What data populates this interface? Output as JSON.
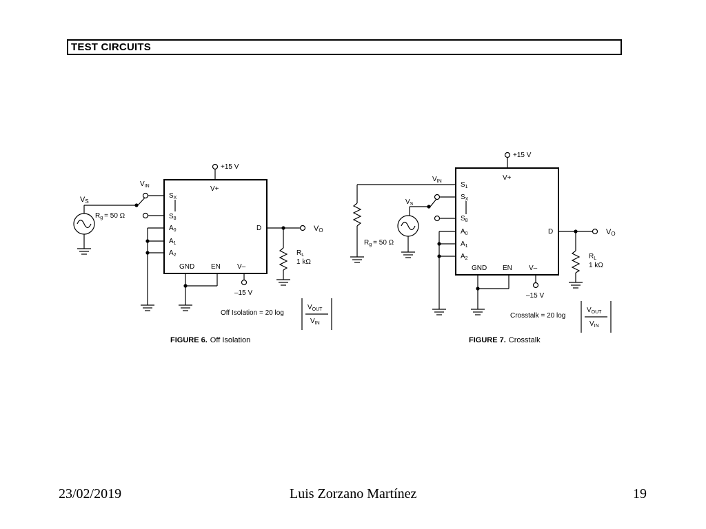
{
  "header": {
    "title": "TEST CIRCUITS"
  },
  "fig6": {
    "vplus_supply": "+15 V",
    "vs": "V",
    "vs_sub": "S",
    "rg": "R",
    "rg_sub": "g",
    "rg_value": "= 50 Ω",
    "vin": "V",
    "vin_sub": "IN",
    "sx": "S",
    "sx_sub": "X",
    "s8": "S",
    "s8_sub": "8",
    "a0": "A",
    "a0_sub": "0",
    "a1": "A",
    "a1_sub": "1",
    "a2": "A",
    "a2_sub": "2",
    "vplus_pin": "V+",
    "d_pin": "D",
    "gnd_pin": "GND",
    "en_pin": "EN",
    "vminus_pin": "V–",
    "vminus_supply": "–15 V",
    "vo": "V",
    "vo_sub": "O",
    "rl": "R",
    "rl_sub": "L",
    "rl_value": "1 kΩ",
    "formula_label": "Off Isolation = 20 log",
    "vout": "V",
    "vout_sub": "OUT",
    "vin_den": "V",
    "vin_den_sub": "IN",
    "caption_bold": "FIGURE  6.",
    "caption_text": "Off Isolation"
  },
  "fig7": {
    "vplus_supply": "+15 V",
    "vin": "V",
    "vin_sub": "IN",
    "s1": "S",
    "s1_sub": "1",
    "vs": "V",
    "vs_sub": "S",
    "sx": "S",
    "sx_sub": "X",
    "s8": "S",
    "s8_sub": "8",
    "a0": "A",
    "a0_sub": "0",
    "a1": "A",
    "a1_sub": "1",
    "a2": "A",
    "a2_sub": "2",
    "rg": "R",
    "rg_sub": "g",
    "rg_value": "= 50 Ω",
    "vplus_pin": "V+",
    "d_pin": "D",
    "gnd_pin": "GND",
    "en_pin": "EN",
    "vminus_pin": "V–",
    "vminus_supply": "–15 V",
    "vo": "V",
    "vo_sub": "O",
    "rl": "R",
    "rl_sub": "L",
    "rl_value": "1 kΩ",
    "formula_label": "Crosstalk = 20 log",
    "vout": "V",
    "vout_sub": "OUT",
    "vin_den": "V",
    "vin_den_sub": "IN",
    "caption_bold": "FIGURE  7.",
    "caption_text": "Crosstalk"
  },
  "footer": {
    "date": "23/02/2019",
    "author": "Luis Zorzano Martínez",
    "page": "19"
  }
}
